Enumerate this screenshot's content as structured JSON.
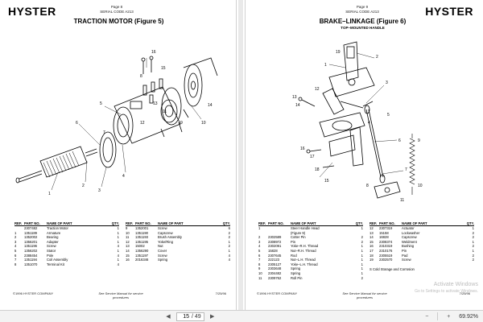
{
  "left_page": {
    "logo": "HYSTER",
    "page_label": "Page 8",
    "serial_code": "SERIAL CODE A213",
    "title": "TRACTION MOTOR   (Figure 5)",
    "table_headers": {
      "ref": "REF.",
      "part_no": "PART NO.",
      "name": "NAME OF PART",
      "qty": "QTY."
    },
    "rows_left": [
      {
        "ref": "",
        "part": "2307482",
        "name": "Traction Motor",
        "qty": "1"
      },
      {
        "ref": "1",
        "part": "1351189",
        "name": "Armature",
        "qty": "1"
      },
      {
        "ref": "2",
        "part": "1352002",
        "name": "Bearing",
        "qty": "1"
      },
      {
        "ref": "3",
        "part": "1356201",
        "name": "Adapter",
        "qty": "1"
      },
      {
        "ref": "4",
        "part": "1351196",
        "name": "Screw",
        "qty": "4"
      },
      {
        "ref": "5",
        "part": "1356202",
        "name": "Stator",
        "qty": "1"
      },
      {
        "ref": "6",
        "part": "2388454",
        "name": "Pole",
        "qty": "4"
      },
      {
        "ref": "7",
        "part": "1351194",
        "name": "Coil Assembly",
        "qty": "1"
      },
      {
        "ref": "8",
        "part": "1351070",
        "name": "Terminal Kit",
        "qty": "4"
      }
    ],
    "rows_right": [
      {
        "ref": "9",
        "part": "1352001",
        "name": "Screw",
        "qty": "6"
      },
      {
        "ref": "10",
        "part": "1351190",
        "name": "Capscrew",
        "qty": "2"
      },
      {
        "ref": "11",
        "part": "1351193",
        "name": "Brush Assembly",
        "qty": "2"
      },
      {
        "ref": "12",
        "part": "1351195",
        "name": "Yoke/Ring",
        "qty": "1"
      },
      {
        "ref": "13",
        "part": "15002",
        "name": "Nut",
        "qty": "2"
      },
      {
        "ref": "14",
        "part": "1356290",
        "name": "Cover",
        "qty": "1"
      },
      {
        "ref": "15",
        "part": "1351197",
        "name": "Screw",
        "qty": "4"
      },
      {
        "ref": "16",
        "part": "2016346",
        "name": "Spring",
        "qty": "4"
      }
    ],
    "footer_left": "©1996 HYSTER COMPANY",
    "footer_center": "See Service Manual for service procedures",
    "footer_right": "7/25/96",
    "callouts": [
      "1",
      "2",
      "3",
      "4",
      "5",
      "6",
      "7",
      "8",
      "9",
      "10",
      "11",
      "12",
      "13",
      "14",
      "15",
      "16"
    ]
  },
  "right_page": {
    "logo": "HYSTER",
    "page_label": "Page 9",
    "serial_code": "SERIAL CODE A213",
    "title": "BRAKE–LINKAGE   (Figure 6)",
    "subtitle": "TOP–MOUNTED HANDLE",
    "table_headers": {
      "ref": "REF.",
      "part_no": "PART NO.",
      "name": "NAME OF PART",
      "qty": "QTY."
    },
    "rows_left": [
      {
        "ref": "1",
        "part": "",
        "name": "Steer Handle Head",
        "qty": "1"
      },
      {
        "ref": "",
        "part": "",
        "name": "(Figure 9)",
        "qty": ""
      },
      {
        "ref": "2",
        "part": "2302589",
        "name": "Cotter Pin",
        "qty": "2"
      },
      {
        "ref": "3",
        "part": "2308972",
        "name": "Pin",
        "qty": "2"
      },
      {
        "ref": "4",
        "part": "2302091",
        "name": "Yoke–R.H. Thread",
        "qty": "1"
      },
      {
        "ref": "5",
        "part": "15828",
        "name": "Nut–R.H. Thread",
        "qty": "1"
      },
      {
        "ref": "6",
        "part": "2307645",
        "name": "Rod",
        "qty": "1"
      },
      {
        "ref": "7",
        "part": "222123",
        "name": "Nut–L.H. Thread",
        "qty": "1"
      },
      {
        "ref": "8",
        "part": "2305127",
        "name": "Yoke–L.H. Thread",
        "qty": "1"
      },
      {
        "ref": "9",
        "part": "2303648",
        "name": "Spring",
        "qty": "1"
      },
      {
        "ref": "10",
        "part": "2304482",
        "name": "Spring",
        "qty": "1"
      },
      {
        "ref": "11",
        "part": "2309762",
        "name": "Roll Pin",
        "qty": "2"
      }
    ],
    "rows_right": [
      {
        "ref": "12",
        "part": "2307319",
        "name": "Actuator",
        "qty": "1"
      },
      {
        "ref": "13",
        "part": "15158",
        "name": "Lockwasher",
        "qty": "2"
      },
      {
        "ref": "14",
        "part": "16828",
        "name": "Capscrew",
        "qty": "2"
      },
      {
        "ref": "15",
        "part": "2308374",
        "name": "Weldment",
        "qty": "1"
      },
      {
        "ref": "16",
        "part": "2310319",
        "name": "Bushing",
        "qty": "2"
      },
      {
        "ref": "17",
        "part": "2310176",
        "name": "Pin",
        "qty": "1"
      },
      {
        "ref": "18",
        "part": "2305519",
        "name": "Pad",
        "qty": "2"
      },
      {
        "ref": "19",
        "part": "2302570",
        "name": "Screw",
        "qty": "2"
      }
    ],
    "note": "S  Cold Storage and Corrosion",
    "footer_left": "©1996 HYSTER COMPANY",
    "footer_center": "See Service Manual for service procedures",
    "footer_right": "7/25/96",
    "callouts": [
      "1",
      "2",
      "3",
      "4",
      "5",
      "6",
      "7",
      "8",
      "9",
      "10",
      "11",
      "12",
      "13",
      "14",
      "15",
      "16",
      "17",
      "18",
      "19"
    ]
  },
  "watermark": "Activate Windows\nGo to Settings to activate Windows.",
  "toolbar": {
    "current_page": "15",
    "total_pages": "/ 49",
    "zoom": "69.92%"
  }
}
